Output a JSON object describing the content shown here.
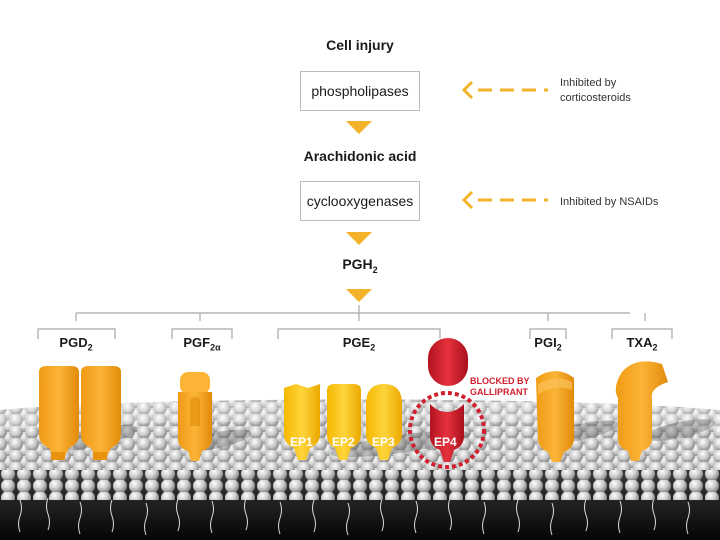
{
  "flow": {
    "cell_injury": "Cell injury",
    "phospholipases": "phospholipases",
    "arachidonic_acid": "Arachidonic acid",
    "cyclooxygenases": "cyclooxygenases",
    "pgh2": {
      "base": "PGH",
      "sub": "2"
    }
  },
  "notes": {
    "corticosteroids_line1": "Inhibited by",
    "corticosteroids_line2": "corticosteroids",
    "nsaids": "Inhibited by NSAIDs"
  },
  "prostanoids": {
    "pgd2": {
      "base": "PGD",
      "sub": "2"
    },
    "pgf2a": {
      "base": "PGF",
      "sub": "2α"
    },
    "pge2": {
      "base": "PGE",
      "sub": "2"
    },
    "pgi2": {
      "base": "PGI",
      "sub": "2"
    },
    "txa2": {
      "base": "TXA",
      "sub": "2"
    }
  },
  "receptors": {
    "ep1": "EP1",
    "ep2": "EP2",
    "ep3": "EP3",
    "ep4": "EP4"
  },
  "blocked": {
    "line1": "BLOCKED BY",
    "line2": "GALLIPRANT"
  },
  "colors": {
    "arrow": "#F2B32A",
    "receptor_orange": "#F5A623",
    "receptor_yellow": "#FFC72C",
    "blocked_red": "#D0202E",
    "bracket": "#a8a8a8"
  }
}
